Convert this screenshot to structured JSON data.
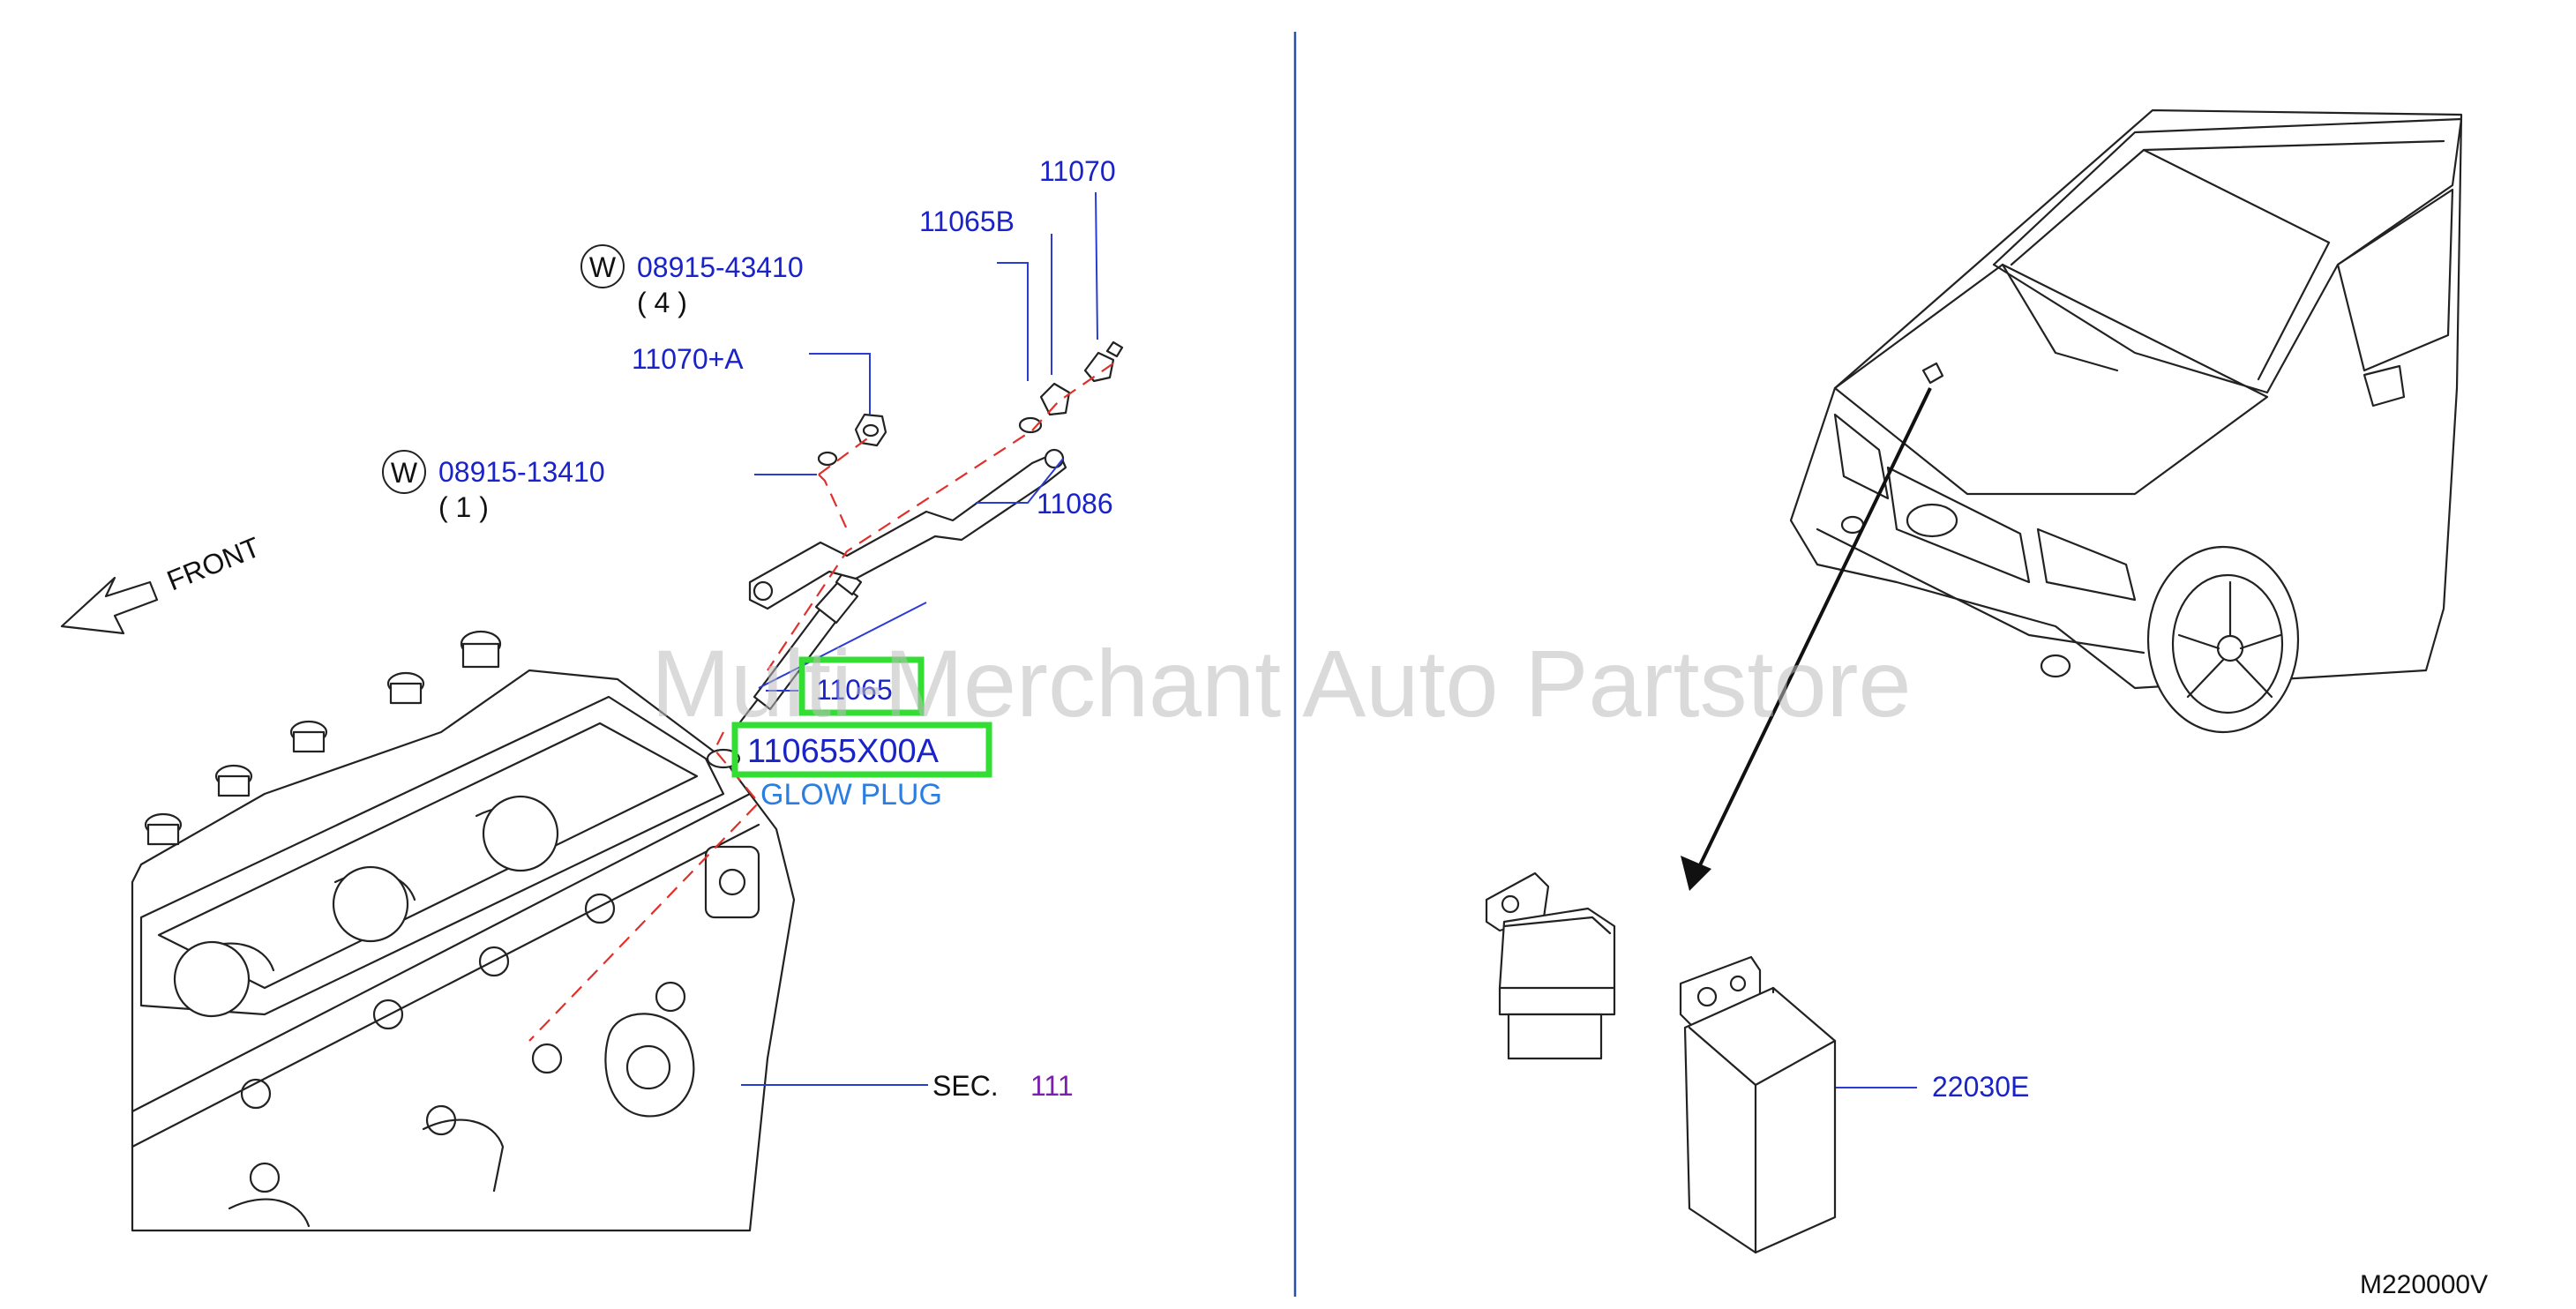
{
  "labels": {
    "bolt_a_part": "08915-43410",
    "bolt_a_qty": "( 4 )",
    "bolt_b_part": "08915-13410",
    "bolt_b_qty": "( 1 )",
    "washer_symbol": "W",
    "nut_a": "11070+A",
    "nut_b": "11065B",
    "terminal": "11070",
    "bus_bar": "11086",
    "glow_plug_ref": "11065",
    "glow_plug_part": "110655X00A",
    "glow_plug_name": "GLOW PLUG",
    "front": "FRONT",
    "sec_prefix": "SEC.",
    "sec_number": "111",
    "relay_part": "22030E",
    "diagram_code": "M220000V"
  },
  "watermark": "Multi-Merchant Auto Partstore",
  "colors": {
    "part_label": "#1a23c8",
    "highlight_box": "#33dd33",
    "dashed_assembly_line": "#e0302a",
    "glow_caption": "#2a7de1",
    "sec_number": "#7a1fb0"
  }
}
